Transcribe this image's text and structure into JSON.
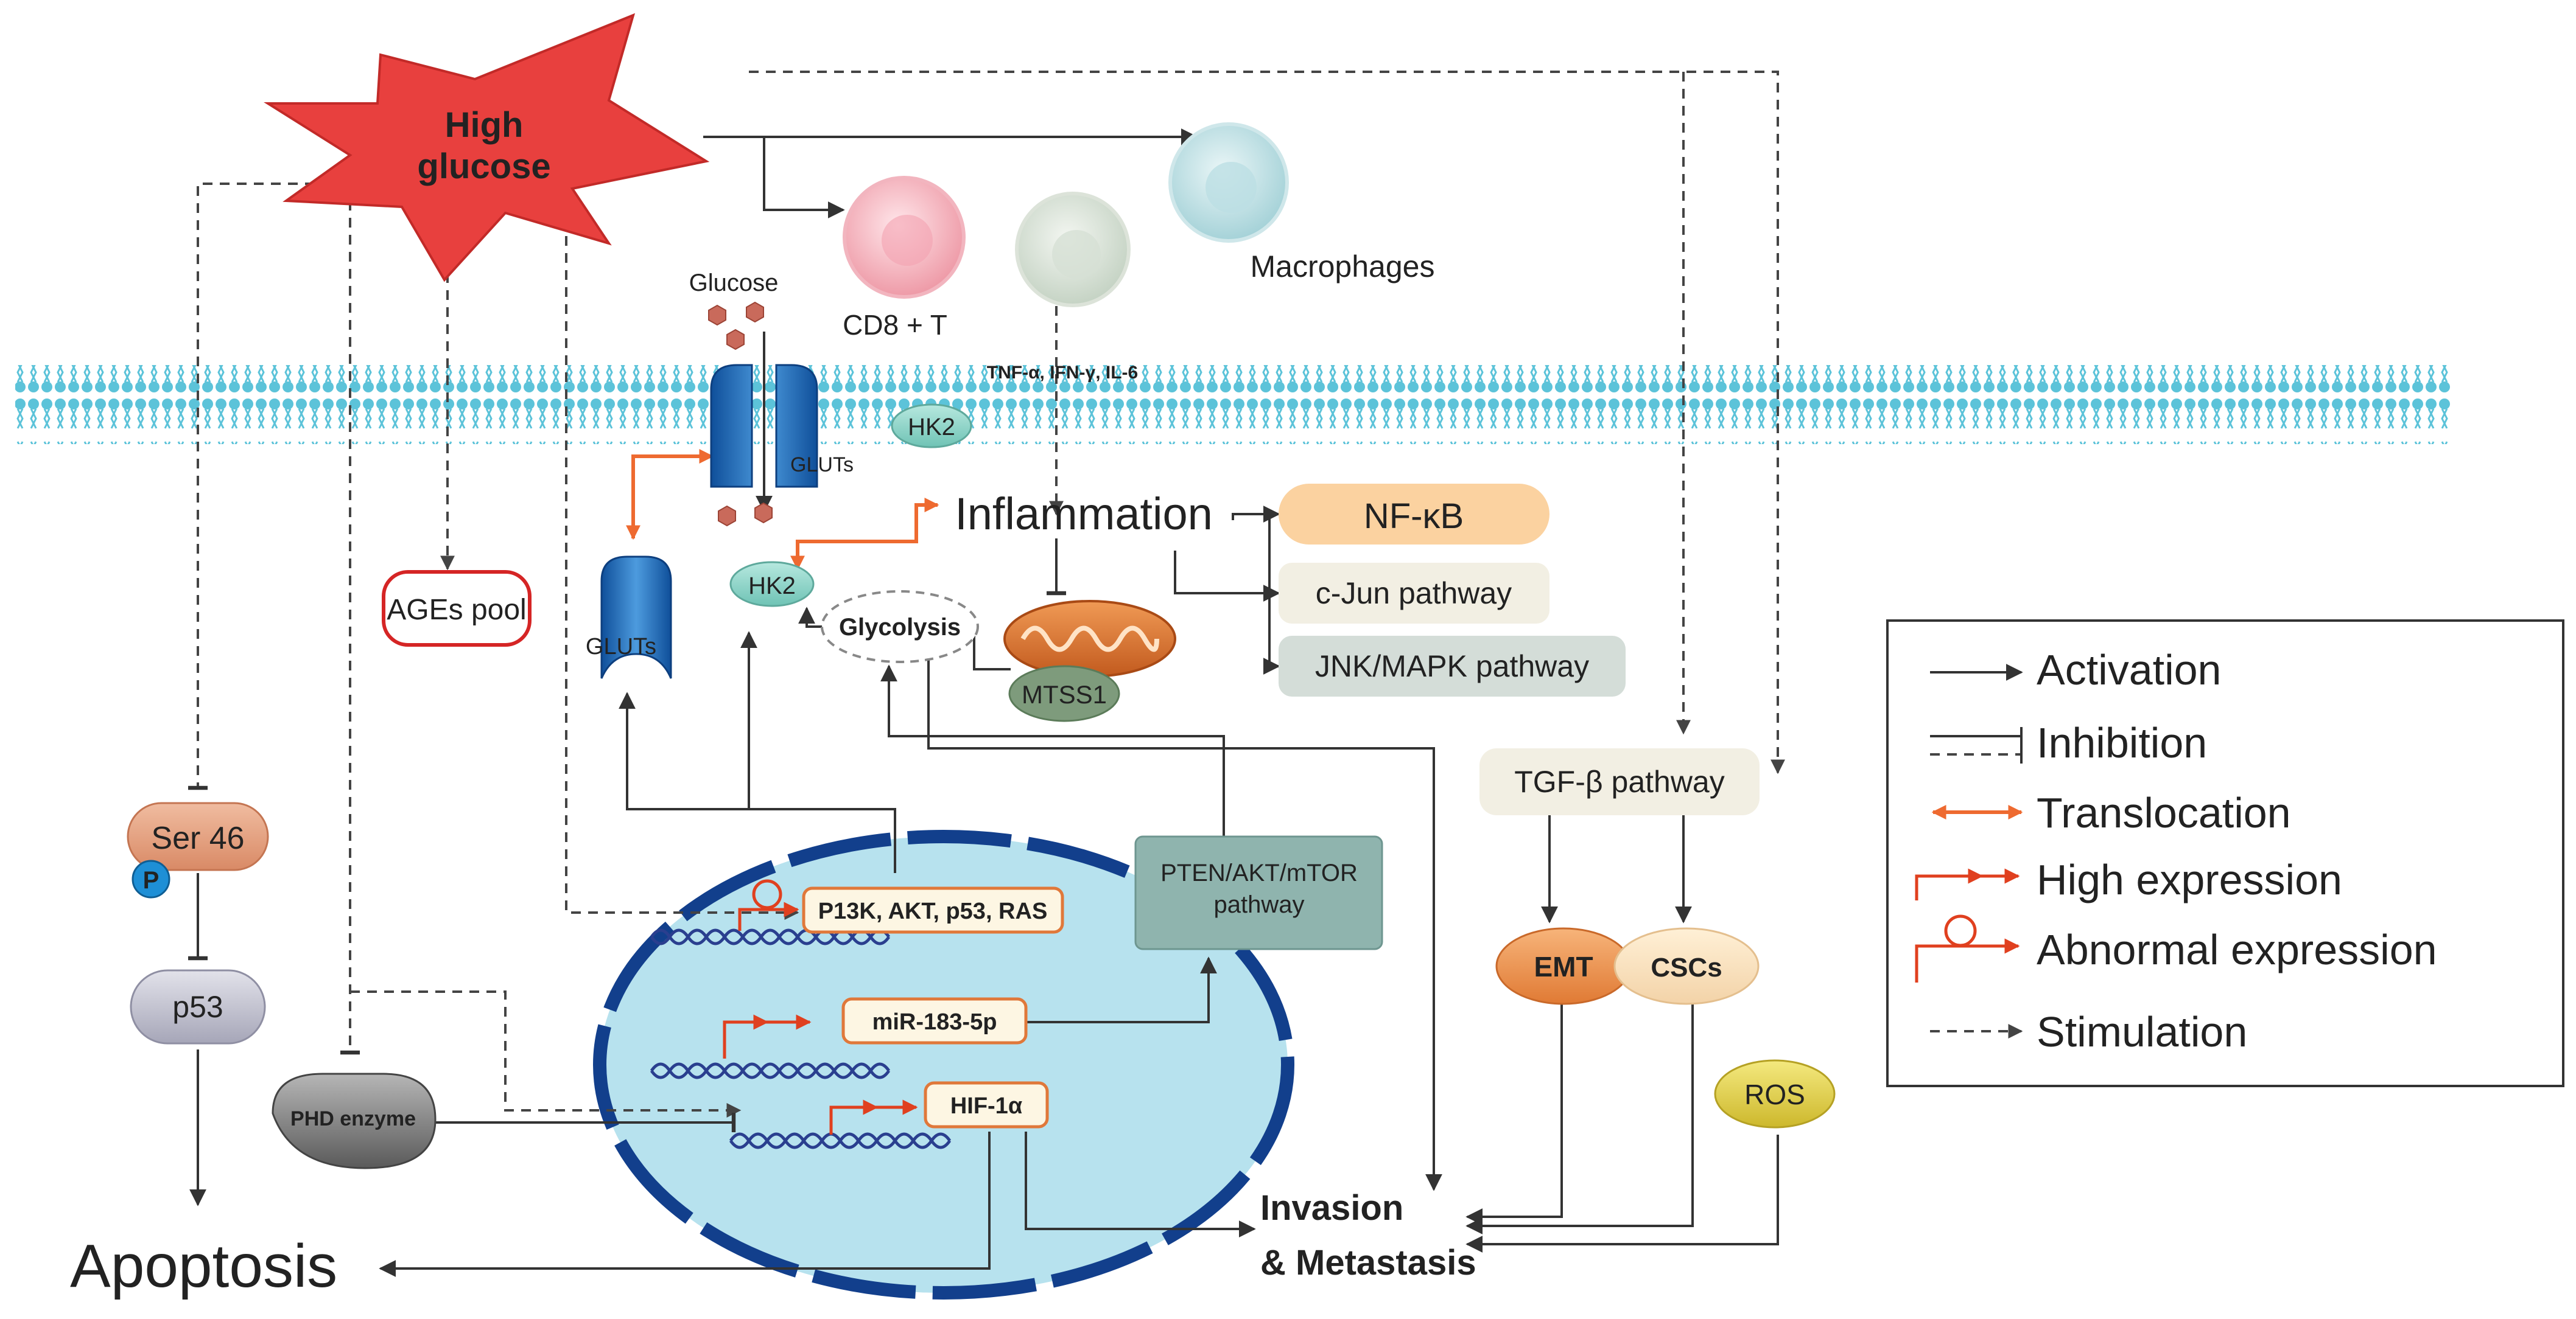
{
  "labels": {
    "high_glucose_line1": "High",
    "high_glucose_line2": "glucose",
    "glucose": "Glucose",
    "cd8_t": "CD8 + T",
    "macrophages": "Macrophages",
    "cytokines": "TNF-α, IFN-γ, IL-6",
    "gluts_membrane": "GLUTs",
    "hk2_membrane": "HK2",
    "inflammation": "Inflammation",
    "nfkb": "NF-κB",
    "cjun": "c-Jun pathway",
    "jnk": "JNK/MAPK pathway",
    "ages_pool": "AGEs pool",
    "gluts_cyto": "GLUTs",
    "hk2_cyto": "HK2",
    "glycolysis": "Glycolysis",
    "mtss1": "MTSS1",
    "pten_line1": "PTEN/AKT/mTOR",
    "pten_line2": "pathway",
    "tgf": "TGF-β pathway",
    "emt": "EMT",
    "cscs": "CSCs",
    "ros": "ROS",
    "ser46": "Ser 46",
    "phospho": "P",
    "p53": "p53",
    "phd": "PHD enzyme",
    "genes_pi3k": "P13K, AKT, p53, RAS",
    "mir": "miR-183-5p",
    "hif": "HIF-1α",
    "apoptosis": "Apoptosis",
    "invasion_line1": "Invasion",
    "invasion_line2": "& Metastasis"
  },
  "legend": {
    "activation": "Activation",
    "inhibition": "Inhibition",
    "translocation": "Translocation",
    "high_expression": "High expression",
    "abnormal_expression": "Abnormal expression",
    "stimulation": "Stimulation"
  },
  "colors": {
    "burst": "#e8403e",
    "membrane": "#5cc3d9",
    "nucleus_fill": "#b7e2ee",
    "nucleus_border": "#123f8c",
    "transporter": "#1d64b0",
    "nfkb_fill": "#fbd2a0",
    "pathway_fill": "#f2efe3",
    "jnk_fill": "#d4ddd8",
    "pten_fill": "#8fb4ae",
    "glucose_dot": "#c96a5b",
    "dna": "#2a3f8f",
    "high_expression": "#e0401f",
    "translocation": "#ee6a30"
  }
}
